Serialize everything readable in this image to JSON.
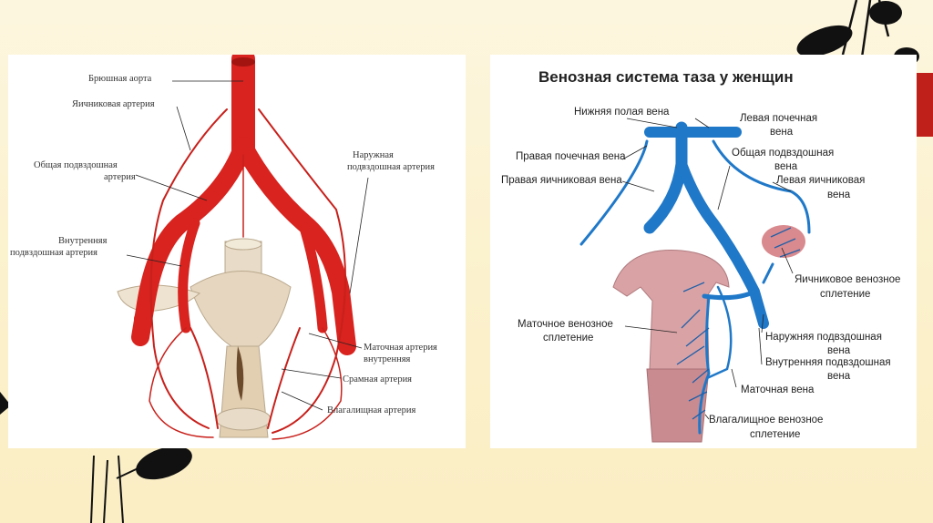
{
  "left_figure": {
    "labels": {
      "abdominal_aorta": "Брюшная аорта",
      "ovarian_artery": "Яичниковая артерия",
      "common_iliac_l1": "Общая подвздошная",
      "common_iliac_l2": "артерия",
      "internal_iliac_l1": "Внутренняя",
      "internal_iliac_l2": "подвздошная артерия",
      "external_iliac_l1": "Наружная",
      "external_iliac_l2": "подвздошная артерия",
      "uterine_l1": "Маточная артерия",
      "uterine_l2": "внутренняя",
      "pudendal": "Срамная артерия",
      "vaginal": "Влагалищная артерия"
    },
    "colors": {
      "artery": "#d8231f",
      "tissue": "#e6d6c0"
    }
  },
  "right_figure": {
    "title": "Венозная система таза у женщин",
    "labels": {
      "ivc": "Нижняя полая вена",
      "left_renal_l1": "Левая почечная",
      "left_renal_l2": "вена",
      "right_renal": "Правая почечная вена",
      "common_iliac_l1": "Общая подвздошная",
      "common_iliac_l2": "вена",
      "right_ovarian": "Правая яичниковая вена",
      "left_ovarian_l1": "Левая яичниковая",
      "left_ovarian_l2": "вена",
      "ovarian_plexus_l1": "Яичниковое венозное",
      "ovarian_plexus_l2": "сплетение",
      "uterine_plexus_l1": "Маточное венозное",
      "uterine_plexus_l2": "сплетение",
      "external_iliac_l1": "Наружняя подвздошная",
      "external_iliac_l2": "вена",
      "internal_iliac_l1": "Внутренняя подвздошная",
      "internal_iliac_l2": "вена",
      "uterine_vein": "Маточная вена",
      "vaginal_plexus_l1": "Влагалищное венозное",
      "vaginal_plexus_l2": "сплетение"
    },
    "colors": {
      "vein": "#1f78c8",
      "uterus": "#d9a3a6",
      "ovary": "#d98a8e"
    }
  }
}
